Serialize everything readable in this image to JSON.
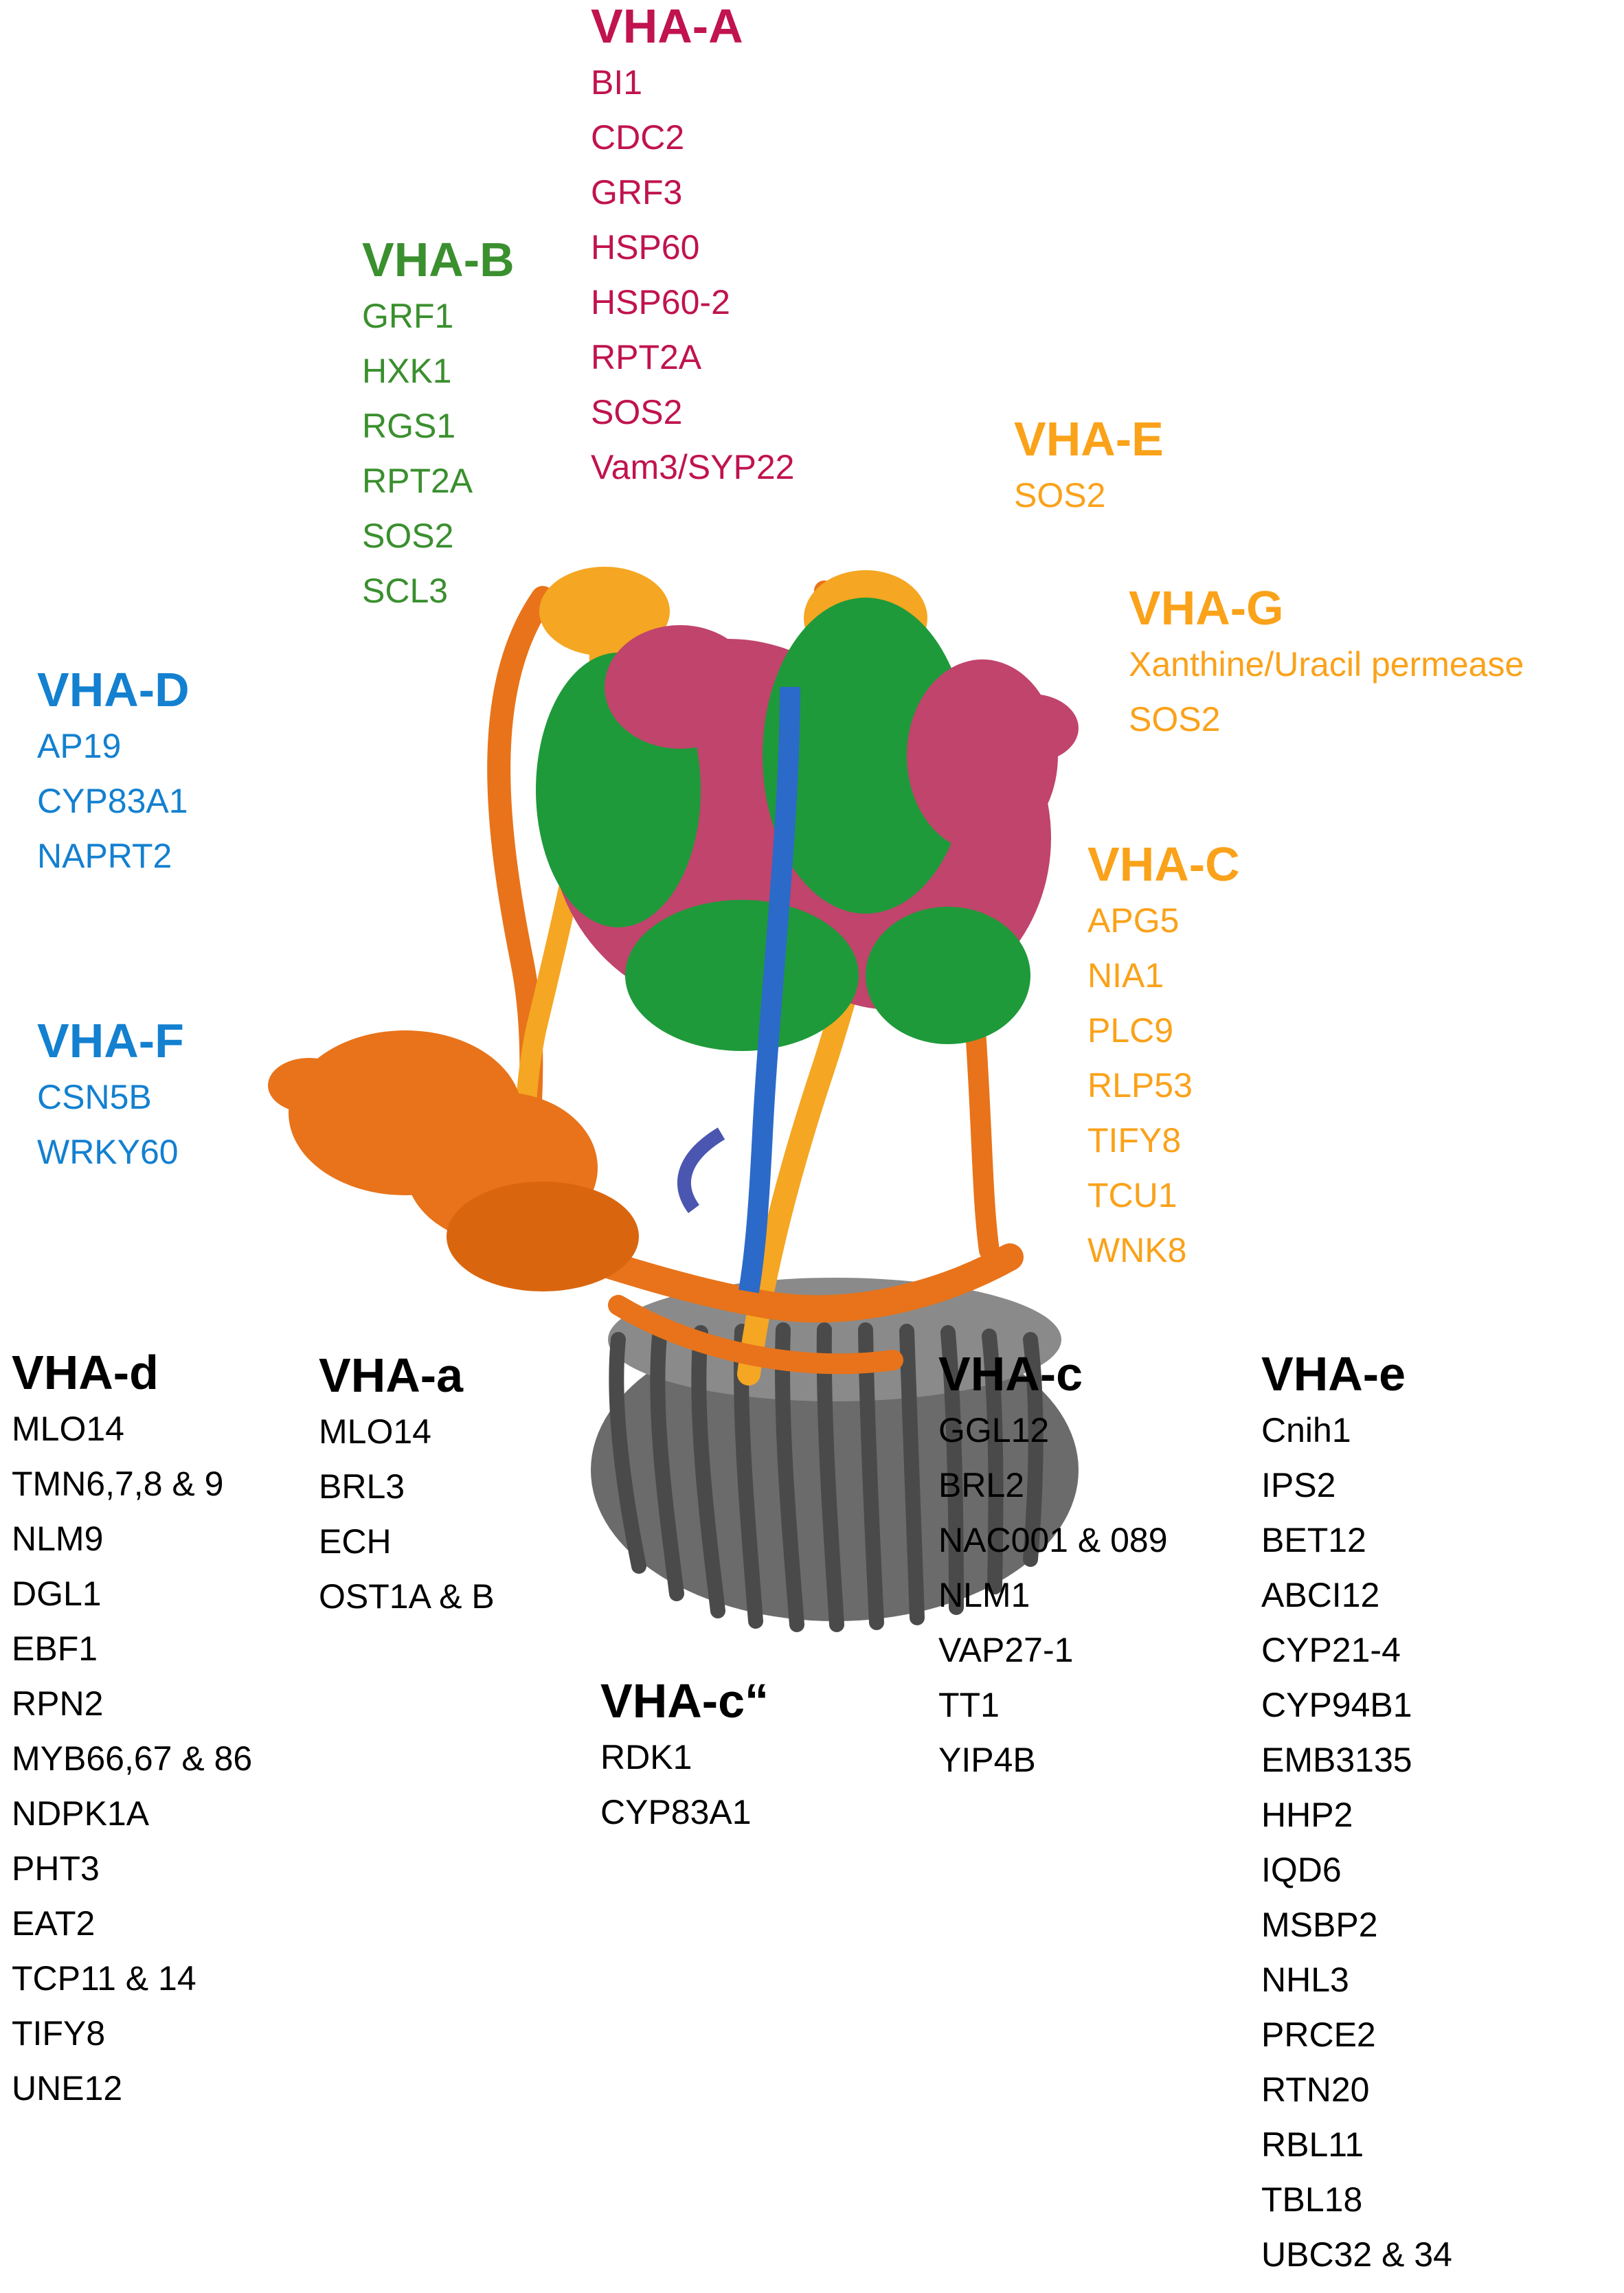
{
  "colors": {
    "vha_A": "#C0134F",
    "vha_B": "#3A8F2E",
    "vha_D_F": "#1380D0",
    "vha_E_G_C": "#FAA21A",
    "vo_subunits": "#000000"
  },
  "structure_icon": "v-atpase-ribbon-structure",
  "groups": [
    {
      "key": "vha-A",
      "title": "VHA-A",
      "color": "#C0134F",
      "items": [
        "BI1",
        "CDC2",
        "GRF3",
        "HSP60",
        "HSP60-2",
        "RPT2A",
        "SOS2",
        "Vam3/SYP22"
      ]
    },
    {
      "key": "vha-B",
      "title": "VHA-B",
      "color": "#3A8F2E",
      "items": [
        "GRF1",
        "HXK1",
        "RGS1",
        "RPT2A",
        "SOS2",
        "SCL3"
      ]
    },
    {
      "key": "vha-E",
      "title": "VHA-E",
      "color": "#FAA21A",
      "items": [
        "SOS2"
      ]
    },
    {
      "key": "vha-G",
      "title": "VHA-G",
      "color": "#FAA21A",
      "items": [
        "Xanthine/Uracil permease",
        "SOS2"
      ]
    },
    {
      "key": "vha-D",
      "title": "VHA-D",
      "color": "#1380D0",
      "items": [
        "AP19",
        "CYP83A1",
        "NAPRT2"
      ]
    },
    {
      "key": "vha-C",
      "title": "VHA-C",
      "color": "#FAA21A",
      "items": [
        "APG5",
        "NIA1",
        "PLC9",
        "RLP53",
        "TIFY8",
        "TCU1",
        "WNK8"
      ]
    },
    {
      "key": "vha-F",
      "title": "VHA-F",
      "color": "#1380D0",
      "items": [
        "CSN5B",
        "WRKY60"
      ]
    },
    {
      "key": "vha-d",
      "title": "VHA-d",
      "color": "#000000",
      "items": [
        "MLO14",
        "TMN6,7,8 & 9",
        "NLM9",
        "DGL1",
        "EBF1",
        "RPN2",
        "MYB66,67 & 86",
        "NDPK1A",
        "PHT3",
        "EAT2",
        "TCP11 & 14",
        "TIFY8",
        "UNE12"
      ]
    },
    {
      "key": "vha-a",
      "title": "VHA-a",
      "color": "#000000",
      "items": [
        "MLO14",
        "BRL3",
        "ECH",
        "OST1A & B"
      ]
    },
    {
      "key": "vha-c",
      "title": "VHA-c",
      "color": "#000000",
      "items": [
        "GGL12",
        "BRL2",
        "NAC001 & 089",
        "NLM1",
        "VAP27-1",
        "TT1",
        "YIP4B"
      ]
    },
    {
      "key": "vha-e",
      "title": "VHA-e",
      "color": "#000000",
      "items": [
        "Cnih1",
        "IPS2",
        "BET12",
        "ABCI12",
        "CYP21-4",
        "CYP94B1",
        "EMB3135",
        "HHP2",
        "IQD6",
        "MSBP2",
        "NHL3",
        "PRCE2",
        "RTN20",
        "RBL11",
        "TBL18",
        "UBC32 & 34"
      ]
    },
    {
      "key": "vha-c2",
      "title": "VHA-c“",
      "color": "#000000",
      "items": [
        "RDK1",
        "CYP83A1"
      ]
    }
  ]
}
